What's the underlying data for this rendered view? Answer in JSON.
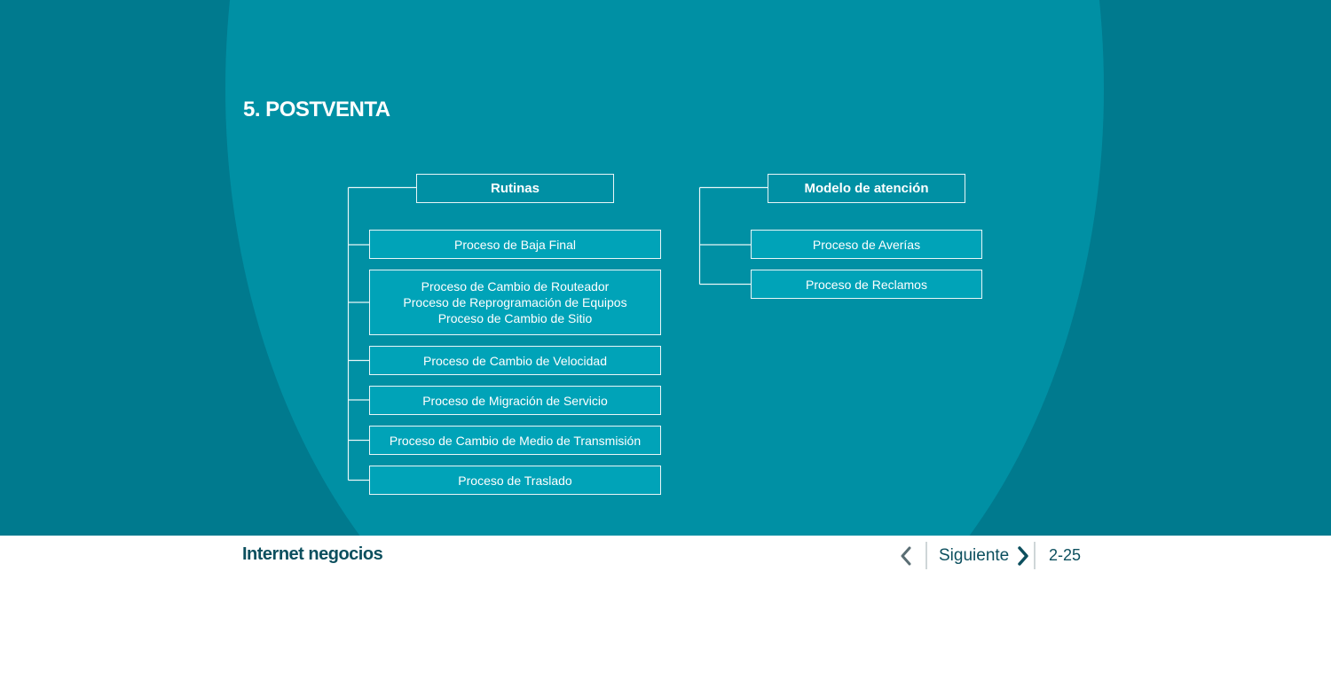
{
  "page": {
    "section_title": "5. POSTVENTA",
    "footer_title": "Internet negocios",
    "page_number": "2-25"
  },
  "navigation": {
    "prev_icon": "chevron-left-icon",
    "next_label": "Siguiente",
    "next_icon": "chevron-right-icon"
  },
  "diagram": {
    "rutinas": {
      "title": "Rutinas",
      "items": [
        {
          "lines": [
            "Proceso de Baja Final"
          ]
        },
        {
          "lines": [
            "Proceso de Cambio de Routeador",
            "Proceso de Reprogramación de Equipos",
            "Proceso de Cambio de Sitio"
          ]
        },
        {
          "lines": [
            "Proceso de Cambio de Velocidad"
          ]
        },
        {
          "lines": [
            "Proceso de Migración de Servicio"
          ]
        },
        {
          "lines": [
            "Proceso de Cambio de Medio de Transmisión"
          ]
        },
        {
          "lines": [
            "Proceso de Traslado"
          ]
        }
      ]
    },
    "modelo": {
      "title": "Modelo de atención",
      "items": [
        {
          "lines": [
            "Proceso de Averías"
          ]
        },
        {
          "lines": [
            "Proceso de Reclamos"
          ]
        }
      ]
    }
  },
  "colors": {
    "background_dark": "#007a8e",
    "background_circle": "#0090a4",
    "box_fill": "#00a3b8",
    "border": "#e9f6f8",
    "footer_text": "#0c4f5e"
  }
}
